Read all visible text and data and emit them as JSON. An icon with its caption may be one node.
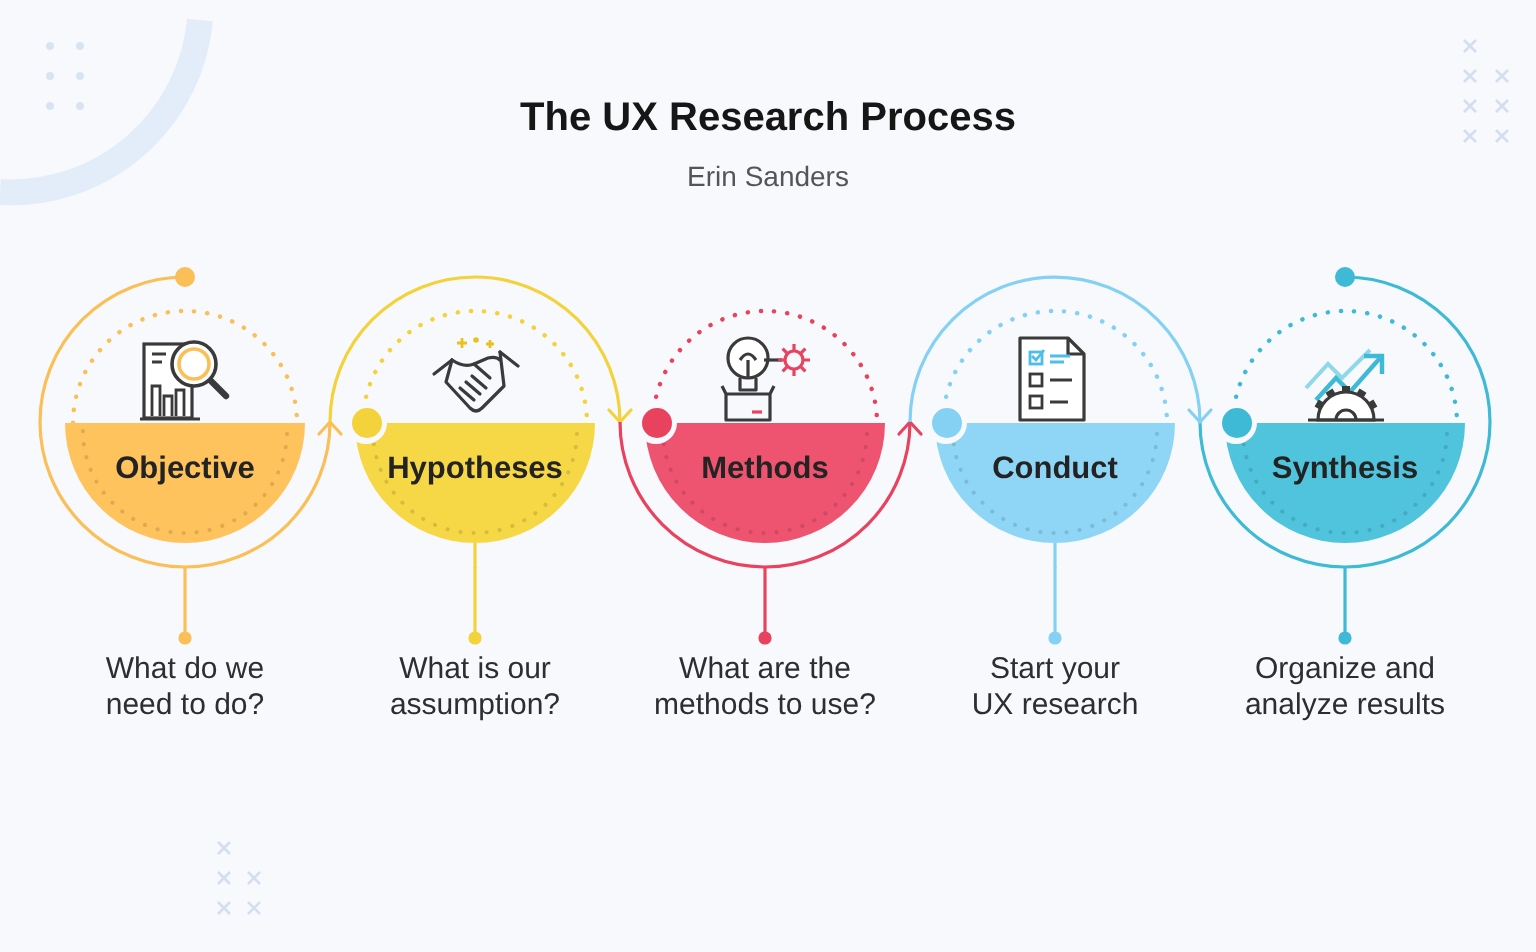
{
  "diagram": {
    "title": "The UX Research Process",
    "nodes": [
      {
        "text": [
          "Objective"
        ]
      },
      {
        "text": [
          "Hypotheses"
        ]
      },
      {
        "text": [
          "Methods"
        ]
      },
      {
        "text": [
          "Conduct"
        ]
      },
      {
        "text": [
          "Synthesis"
        ]
      },
      {
        "text": [
          "What do we need to do?"
        ]
      },
      {
        "text": [
          "What is our assumption?"
        ]
      },
      {
        "text": [
          "What are the methods to use?"
        ]
      },
      {
        "text": [
          "Start your UX research"
        ]
      },
      {
        "text": [
          "Organize and analyze results"
        ]
      }
    ],
    "edges": [
      {
        "from": 0,
        "to": 1,
        "arrow": "to",
        "color": "#fbbf58"
      },
      {
        "from": 1,
        "to": 2,
        "arrow": "to",
        "color": "#f3d23c"
      },
      {
        "from": 2,
        "to": 3,
        "arrow": "to",
        "color": "#e9425f"
      },
      {
        "from": 3,
        "to": 4,
        "arrow": "to",
        "color": "#85d1f3"
      },
      {
        "from": 0,
        "to": 5,
        "arrow": "other",
        "color": "#fbbf58"
      },
      {
        "from": 1,
        "to": 6,
        "arrow": "other",
        "color": "#f3d23c"
      },
      {
        "from": 2,
        "to": 7,
        "arrow": "other",
        "color": "#e9425f"
      },
      {
        "from": 3,
        "to": 8,
        "arrow": "other",
        "color": "#85d1f3"
      },
      {
        "from": 4,
        "to": 9,
        "arrow": "other",
        "color": "#3fbad6"
      }
    ],
    "labels": [
      "Erin Sanders"
    ]
  }
}
